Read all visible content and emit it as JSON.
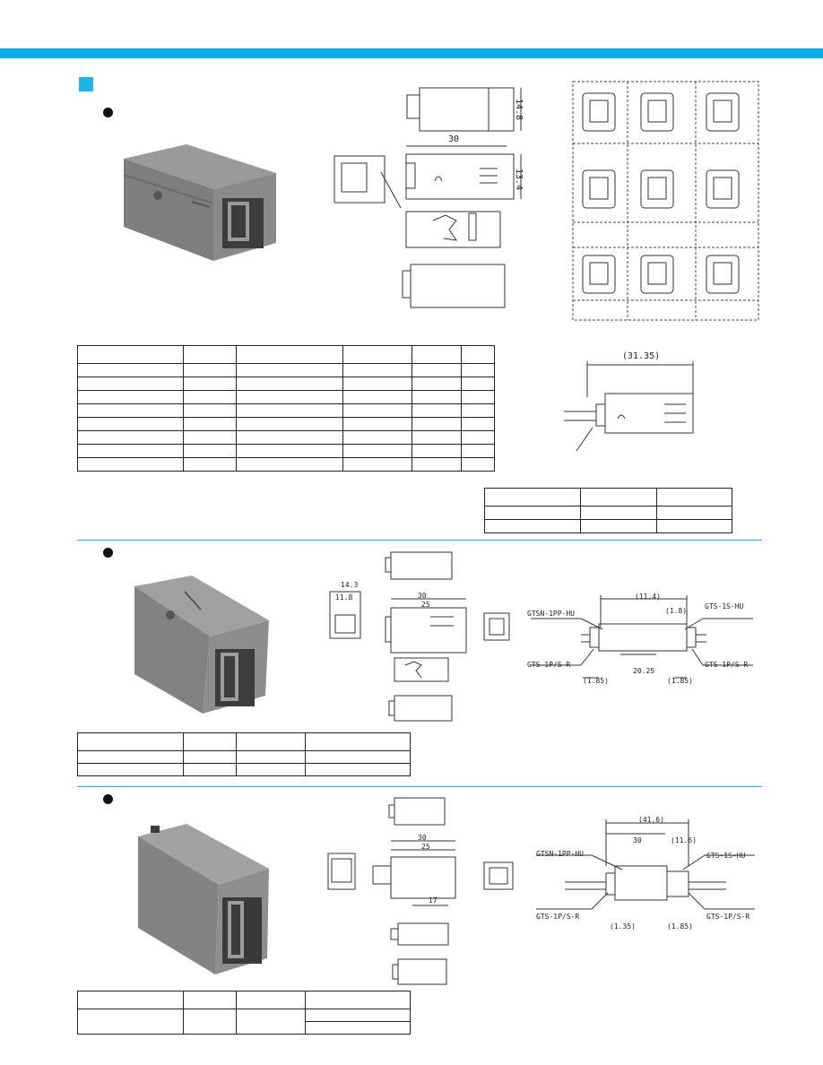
{
  "colors": {
    "accent": "#00b0ec",
    "connector_body": "#8c8c8c",
    "line": "#333333"
  },
  "section1": {
    "dims": {
      "top_height": "14.8",
      "length": "30",
      "side_height": "13.4",
      "assembled_length": "(31.35)"
    }
  },
  "section2": {
    "dims": {
      "d1": "14.3",
      "d2": "11.8",
      "d3": "30",
      "d4": "25",
      "d5": "(11.4)",
      "d6": "(1.8)",
      "d7": "(1.85)",
      "d8": "20.25",
      "d9": "(1.85)"
    },
    "callouts": {
      "top_left": "GTSN-1PP-HU",
      "top_right": "GTS-1S-HU",
      "bottom_left": "GTS-1P/S-R",
      "bottom_right": "GTS-1P/S-R"
    }
  },
  "section3": {
    "dims": {
      "d1": "(41.6)",
      "d2": "30",
      "d3": "(11.6)",
      "d4": "(1.35)",
      "d5": "(1.85)",
      "w1": "30",
      "w2": "25",
      "w3": "17"
    },
    "callouts": {
      "top_left": "GTSN-1PP-HU",
      "top_right": "GTS-1S-HU",
      "bottom_left": "GTS-1P/S-R",
      "bottom_right": "GTS-1P/S-R"
    }
  },
  "icons": {
    "section_marker": "square-marker",
    "bullet": "filled-circle"
  }
}
